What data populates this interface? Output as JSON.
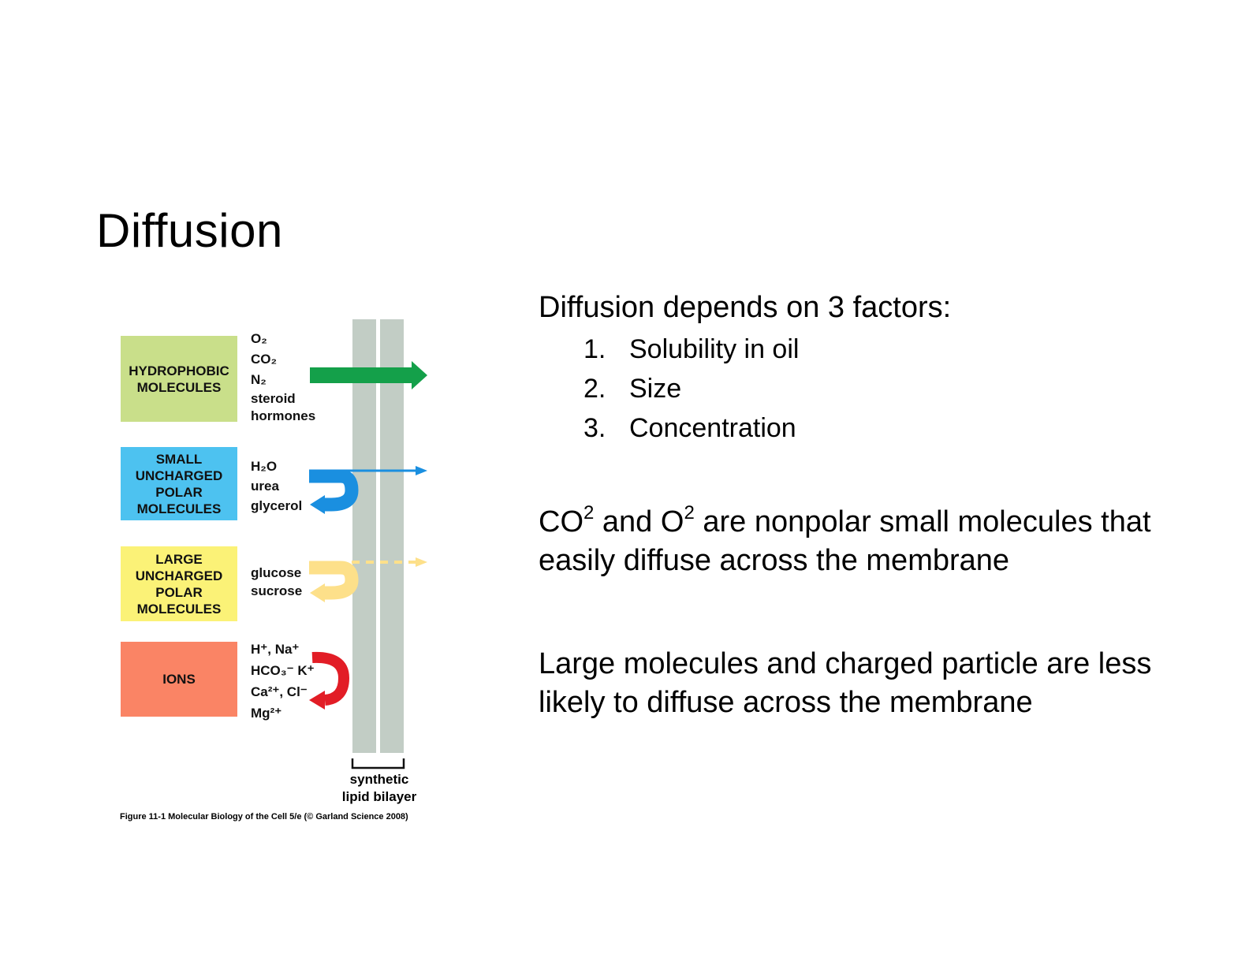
{
  "slide": {
    "title": "Diffusion"
  },
  "figure": {
    "categories": [
      {
        "label_lines": [
          "HYDROPHOBIC",
          "MOLECULES"
        ],
        "color": "#c9df8a",
        "molecules": [
          "O₂",
          "CO₂",
          "N₂",
          "steroid",
          "hormones"
        ],
        "arrow_color": "#14a04a"
      },
      {
        "label_lines": [
          "SMALL",
          "UNCHARGED",
          "POLAR",
          "MOLECULES"
        ],
        "color": "#4dc2f0",
        "molecules": [
          "H₂O",
          "urea",
          "glycerol"
        ],
        "arrow_color": "#1a8fe0"
      },
      {
        "label_lines": [
          "LARGE",
          "UNCHARGED",
          "POLAR",
          "MOLECULES"
        ],
        "color": "#fbf277",
        "molecules": [
          "glucose",
          "sucrose"
        ],
        "arrow_color": "#fde08a"
      },
      {
        "label_lines": [
          "IONS"
        ],
        "color": "#fa8465",
        "molecules": [
          "H⁺, Na⁺",
          "HCO₃⁻ K⁺",
          "Ca²⁺, Cl⁻",
          "Mg²⁺"
        ],
        "arrow_color": "#e21d26"
      }
    ],
    "bilayer_color": "#c2cdc5",
    "bilayer_label_1": "synthetic",
    "bilayer_label_2": "lipid bilayer",
    "caption": "Figure 11-1  Molecular Biology of the Cell 5/e (© Garland Science 2008)"
  },
  "content": {
    "heading": "Diffusion depends on 3 factors:",
    "factors": [
      {
        "num": "1.",
        "text": "Solubility in oil"
      },
      {
        "num": "2.",
        "text": "Size"
      },
      {
        "num": "3.",
        "text": "Concentration"
      }
    ],
    "para1": {
      "a": "CO",
      "a_sup": "2",
      "b": " and O",
      "b_sup": "2",
      "c": " are nonpolar small molecules that easily diffuse across the membrane"
    },
    "para2": "Large molecules and charged particle are less likely to diffuse across the membrane"
  }
}
